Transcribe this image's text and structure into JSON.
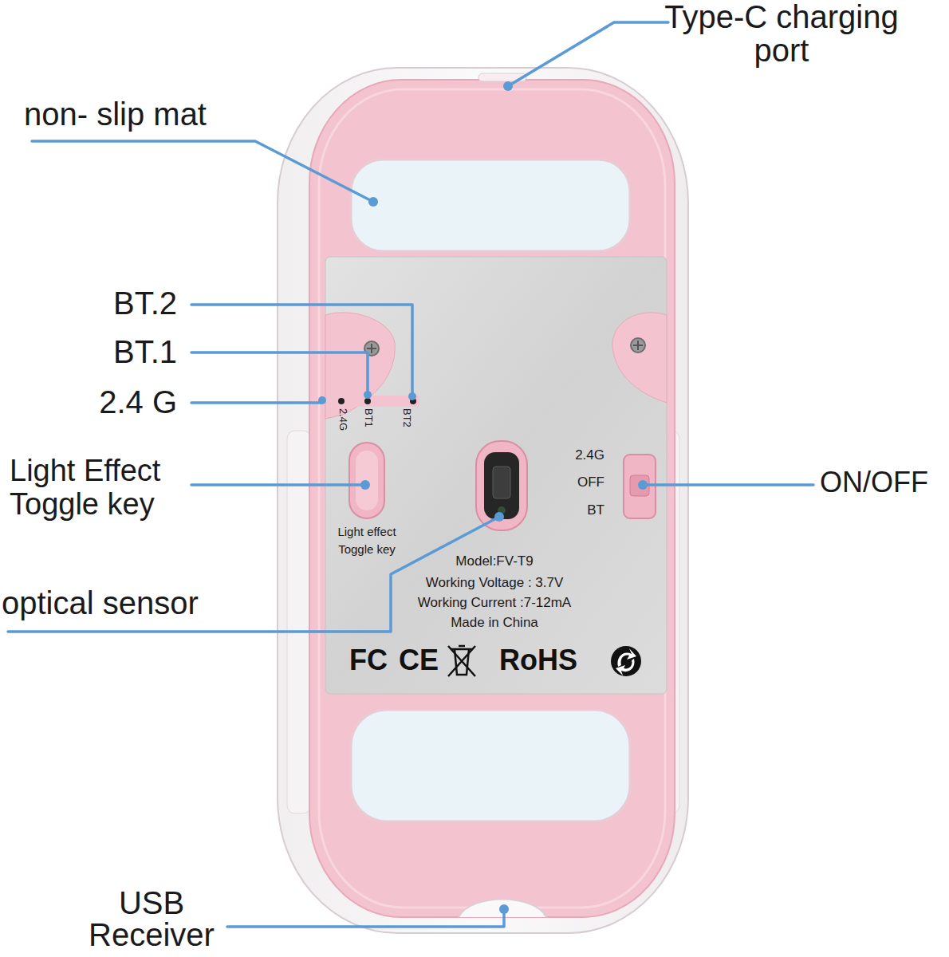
{
  "diagram": {
    "labels": [
      "Type-C charging port",
      "non- slip mat",
      "BT.2",
      "BT.1",
      "2.4 G",
      "Light Effect Toggle key",
      "optical sensor",
      "ON/OFF",
      "USB Receiver",
      "2.4G",
      "BT1",
      "BT2",
      "Light effect Toggle key",
      "2.4G",
      "OFF",
      "BT",
      "Model:FV-T9",
      "Working Voltage : 3.7V",
      "Working Current :7-12mA",
      "Made in China",
      "FC",
      "CE",
      "RoHS"
    ]
  }
}
